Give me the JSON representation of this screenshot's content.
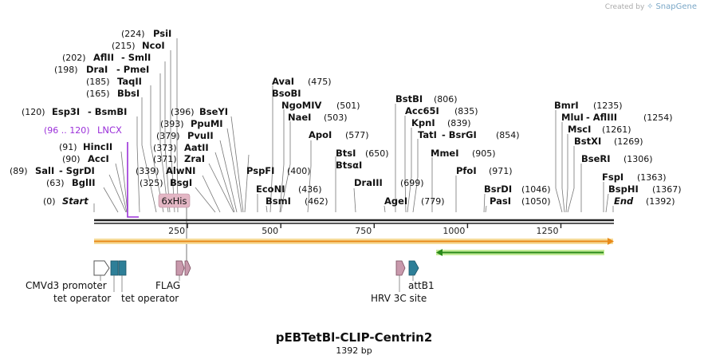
{
  "watermark": {
    "prefix": "Created by",
    "brand": "SnapGene"
  },
  "plasmid": {
    "name": "pEBTetBl-CLIP-Centrin2",
    "length_label": "1392 bp",
    "length": 1392
  },
  "colors": {
    "backbone": "#222222",
    "fullArrow": "#e88a1a",
    "fullArrowGlow": "#f6dc9a",
    "revArrow": "#2a8a1a",
    "revArrowGlow": "#c6ec9a",
    "tetOperator": "#2e7f98",
    "flag": "#c899ac",
    "his": "#e3b6c4",
    "hrv3c": "#c899ac",
    "attB1": "#2e7f98",
    "lncx": "#9b30d9"
  },
  "ruler": [
    {
      "pos": 250,
      "label": "250"
    },
    {
      "pos": 500,
      "label": "500"
    },
    {
      "pos": 750,
      "label": "750"
    },
    {
      "pos": 1000,
      "label": "1000"
    },
    {
      "pos": 1250,
      "label": "1250"
    }
  ],
  "sites": [
    {
      "id": "psii",
      "pos": 224,
      "num": "(224)",
      "name": "PsiI",
      "name2": ""
    },
    {
      "id": "ncoi",
      "pos": 215,
      "num": "(215)",
      "name": "NcoI",
      "name2": ""
    },
    {
      "id": "aflii",
      "pos": 202,
      "num": "(202)",
      "name": "AflII",
      "name2": " - SmlI"
    },
    {
      "id": "drai",
      "pos": 198,
      "num": "(198)",
      "name": "DraI",
      "name2": " - PmeI"
    },
    {
      "id": "taqii",
      "pos": 185,
      "num": "(185)",
      "name": "TaqII",
      "name2": ""
    },
    {
      "id": "bbsi",
      "pos": 165,
      "num": "(165)",
      "name": "BbsI",
      "name2": ""
    },
    {
      "id": "esp3i",
      "pos": 120,
      "num": "(120)",
      "name": "Esp3I",
      "name2": " - BsmBI"
    },
    {
      "id": "lncx",
      "pos": 96,
      "num": "(96 .. 120)",
      "name": "LNCX",
      "name2": ""
    },
    {
      "id": "hincii",
      "pos": 91,
      "num": "(91)",
      "name": "HincII",
      "name2": ""
    },
    {
      "id": "acci",
      "pos": 90,
      "num": "(90)",
      "name": "AccI",
      "name2": ""
    },
    {
      "id": "sali",
      "pos": 89,
      "num": "(89)",
      "name": "SalI",
      "name2": " - SgrDI"
    },
    {
      "id": "bglii",
      "pos": 63,
      "num": "(63)",
      "name": "BglII",
      "name2": ""
    },
    {
      "id": "start",
      "pos": 0,
      "num": "(0)",
      "name": "Start",
      "name2": ""
    },
    {
      "id": "bseyi",
      "pos": 396,
      "num": "(396)",
      "name": "BseYI",
      "name2": ""
    },
    {
      "id": "ppumi",
      "pos": 393,
      "num": "(393)",
      "name": "PpuMI",
      "name2": ""
    },
    {
      "id": "pvuii",
      "pos": 379,
      "num": "(379)",
      "name": "PvuII",
      "name2": ""
    },
    {
      "id": "aatii",
      "pos": 373,
      "num": "(373)",
      "name": "AatII",
      "name2": ""
    },
    {
      "id": "zrai",
      "pos": 371,
      "num": "(371)",
      "name": "ZraI",
      "name2": ""
    },
    {
      "id": "alwni",
      "pos": 339,
      "num": "(339)",
      "name": "AlwNI",
      "name2": ""
    },
    {
      "id": "bsgi",
      "pos": 325,
      "num": "(325)",
      "name": "BsgI",
      "name2": ""
    },
    {
      "id": "avai",
      "pos": 475,
      "num": "(475)",
      "name": "AvaI",
      "name2": ""
    },
    {
      "id": "bsobi",
      "pos": 475,
      "num": "",
      "name": "BsoBI",
      "name2": ""
    },
    {
      "id": "ngomiv",
      "pos": 501,
      "num": "(501)",
      "name": "NgoMIV",
      "name2": ""
    },
    {
      "id": "naei",
      "pos": 503,
      "num": "(503)",
      "name": "NaeI",
      "name2": ""
    },
    {
      "id": "apoi",
      "pos": 577,
      "num": "(577)",
      "name": "ApoI",
      "name2": ""
    },
    {
      "id": "pspfi",
      "pos": 400,
      "num": "(400)",
      "name": "PspFI",
      "name2": ""
    },
    {
      "id": "econi",
      "pos": 436,
      "num": "(436)",
      "name": "EcoNI",
      "name2": ""
    },
    {
      "id": "bsmi",
      "pos": 462,
      "num": "(462)",
      "name": "BsmI",
      "name2": ""
    },
    {
      "id": "btsi",
      "pos": 650,
      "num": "(650)",
      "name": "BtsI",
      "name2": ""
    },
    {
      "id": "btsai",
      "pos": 650,
      "num": "",
      "name": "BtsαI",
      "name2": ""
    },
    {
      "id": "draiii",
      "pos": 699,
      "num": "(699)",
      "name": "DraIII",
      "name2": ""
    },
    {
      "id": "agei",
      "pos": 779,
      "num": "(779)",
      "name": "AgeI",
      "name2": ""
    },
    {
      "id": "bstbi",
      "pos": 806,
      "num": "(806)",
      "name": "BstBI",
      "name2": ""
    },
    {
      "id": "acc65i",
      "pos": 835,
      "num": "(835)",
      "name": "Acc65I",
      "name2": ""
    },
    {
      "id": "kpni",
      "pos": 839,
      "num": "(839)",
      "name": "KpnI",
      "name2": ""
    },
    {
      "id": "tati",
      "pos": 854,
      "num": "(854)",
      "name": "TatI",
      "name2": " - BsrGI"
    },
    {
      "id": "memi",
      "pos": 905,
      "num": "(905)",
      "name": "MmeI",
      "name2": ""
    },
    {
      "id": "pfoi",
      "pos": 971,
      "num": "(971)",
      "name": "PfoI",
      "name2": ""
    },
    {
      "id": "bsrdi",
      "pos": 1046,
      "num": "(1046)",
      "name": "BsrDI",
      "name2": ""
    },
    {
      "id": "pasi",
      "pos": 1050,
      "num": "(1050)",
      "name": "PasI",
      "name2": ""
    },
    {
      "id": "bmri",
      "pos": 1235,
      "num": "(1235)",
      "name": "BmrI",
      "name2": ""
    },
    {
      "id": "mlui",
      "pos": 1254,
      "num": "(1254)",
      "name": "MluI",
      "name2": " - AflIII"
    },
    {
      "id": "msci",
      "pos": 1261,
      "num": "(1261)",
      "name": "MscI",
      "name2": ""
    },
    {
      "id": "bstxi",
      "pos": 1269,
      "num": "(1269)",
      "name": "BstXI",
      "name2": ""
    },
    {
      "id": "bseri",
      "pos": 1306,
      "num": "(1306)",
      "name": "BseRI",
      "name2": ""
    },
    {
      "id": "fspi",
      "pos": 1363,
      "num": "(1363)",
      "name": "FspI",
      "name2": ""
    },
    {
      "id": "bsphi",
      "pos": 1367,
      "num": "(1367)",
      "name": "BspHI",
      "name2": ""
    },
    {
      "id": "end",
      "pos": 1392,
      "num": "(1392)",
      "name": "End",
      "name2": ""
    }
  ],
  "features": {
    "his_label": "6xHis",
    "cmv": "CMVd3 promoter",
    "tet1": "tet operator",
    "tet2": "tet operator",
    "flag": "FLAG",
    "hrv3c": "HRV 3C site",
    "attb1": "attB1"
  }
}
